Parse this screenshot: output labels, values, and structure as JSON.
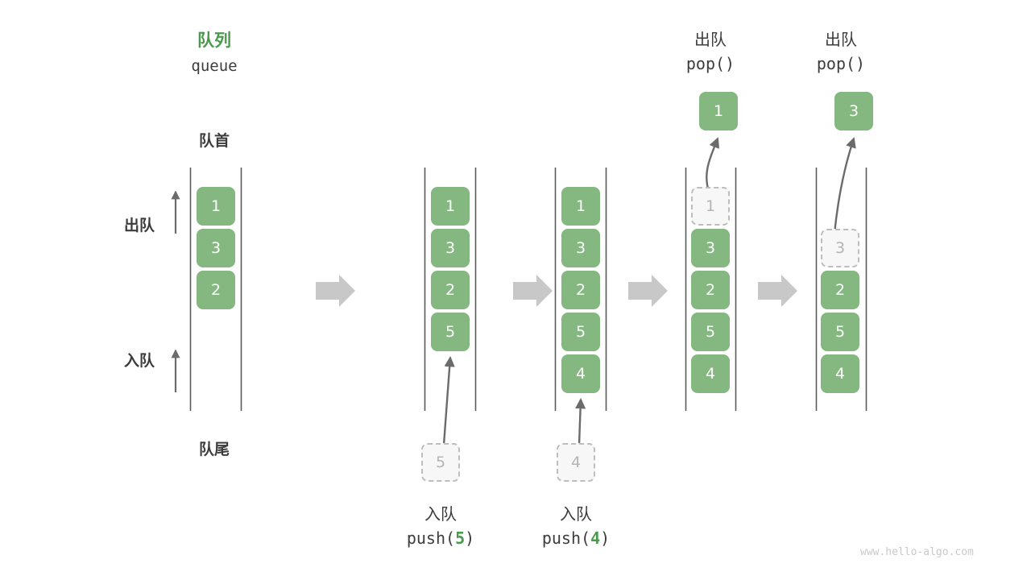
{
  "diagram": {
    "title_cn": "队列",
    "title_en": "queue",
    "head_label": "队首",
    "tail_label": "队尾",
    "dequeue_label": "出队",
    "enqueue_label": "入队",
    "watermark": "www.hello-algo.com"
  },
  "colors": {
    "element": "#85b880",
    "accent": "#4a9a4e",
    "ghost_fill": "#f7f7f7",
    "ghost_border": "#bdbdbd",
    "ghost_text": "#b4b4b4",
    "rail": "#5a5a5a",
    "arrow": "#6b6b6b",
    "flow_arrow": "#c8c8c8",
    "text": "#3c3c3c",
    "watermark": "#c9c9c9"
  },
  "stages": [
    {
      "id": "initial",
      "cells": [
        {
          "value": "1",
          "state": "filled"
        },
        {
          "value": "3",
          "state": "filled"
        },
        {
          "value": "2",
          "state": "filled"
        }
      ]
    },
    {
      "id": "push-5",
      "cells": [
        {
          "value": "1",
          "state": "filled"
        },
        {
          "value": "3",
          "state": "filled"
        },
        {
          "value": "2",
          "state": "filled"
        },
        {
          "value": "5",
          "state": "filled"
        }
      ],
      "incoming": {
        "value": "5",
        "state": "ghost"
      },
      "caption_cn": "入队",
      "caption_code_prefix": "push(",
      "caption_code_value": "5",
      "caption_code_suffix": ")"
    },
    {
      "id": "push-4",
      "cells": [
        {
          "value": "1",
          "state": "filled"
        },
        {
          "value": "3",
          "state": "filled"
        },
        {
          "value": "2",
          "state": "filled"
        },
        {
          "value": "5",
          "state": "filled"
        },
        {
          "value": "4",
          "state": "filled"
        }
      ],
      "incoming": {
        "value": "4",
        "state": "ghost"
      },
      "caption_cn": "入队",
      "caption_code_prefix": "push(",
      "caption_code_value": "4",
      "caption_code_suffix": ")"
    },
    {
      "id": "pop-1",
      "header_cn": "出队",
      "header_code": "pop()",
      "popped": {
        "value": "1",
        "state": "filled"
      },
      "cells": [
        {
          "value": "1",
          "state": "ghost"
        },
        {
          "value": "3",
          "state": "filled"
        },
        {
          "value": "2",
          "state": "filled"
        },
        {
          "value": "5",
          "state": "filled"
        },
        {
          "value": "4",
          "state": "filled"
        }
      ]
    },
    {
      "id": "pop-3",
      "header_cn": "出队",
      "header_code": "pop()",
      "popped": {
        "value": "3",
        "state": "filled"
      },
      "cells": [
        {
          "value": "",
          "state": "empty"
        },
        {
          "value": "3",
          "state": "ghost"
        },
        {
          "value": "2",
          "state": "filled"
        },
        {
          "value": "5",
          "state": "filled"
        },
        {
          "value": "4",
          "state": "filled"
        }
      ]
    }
  ]
}
